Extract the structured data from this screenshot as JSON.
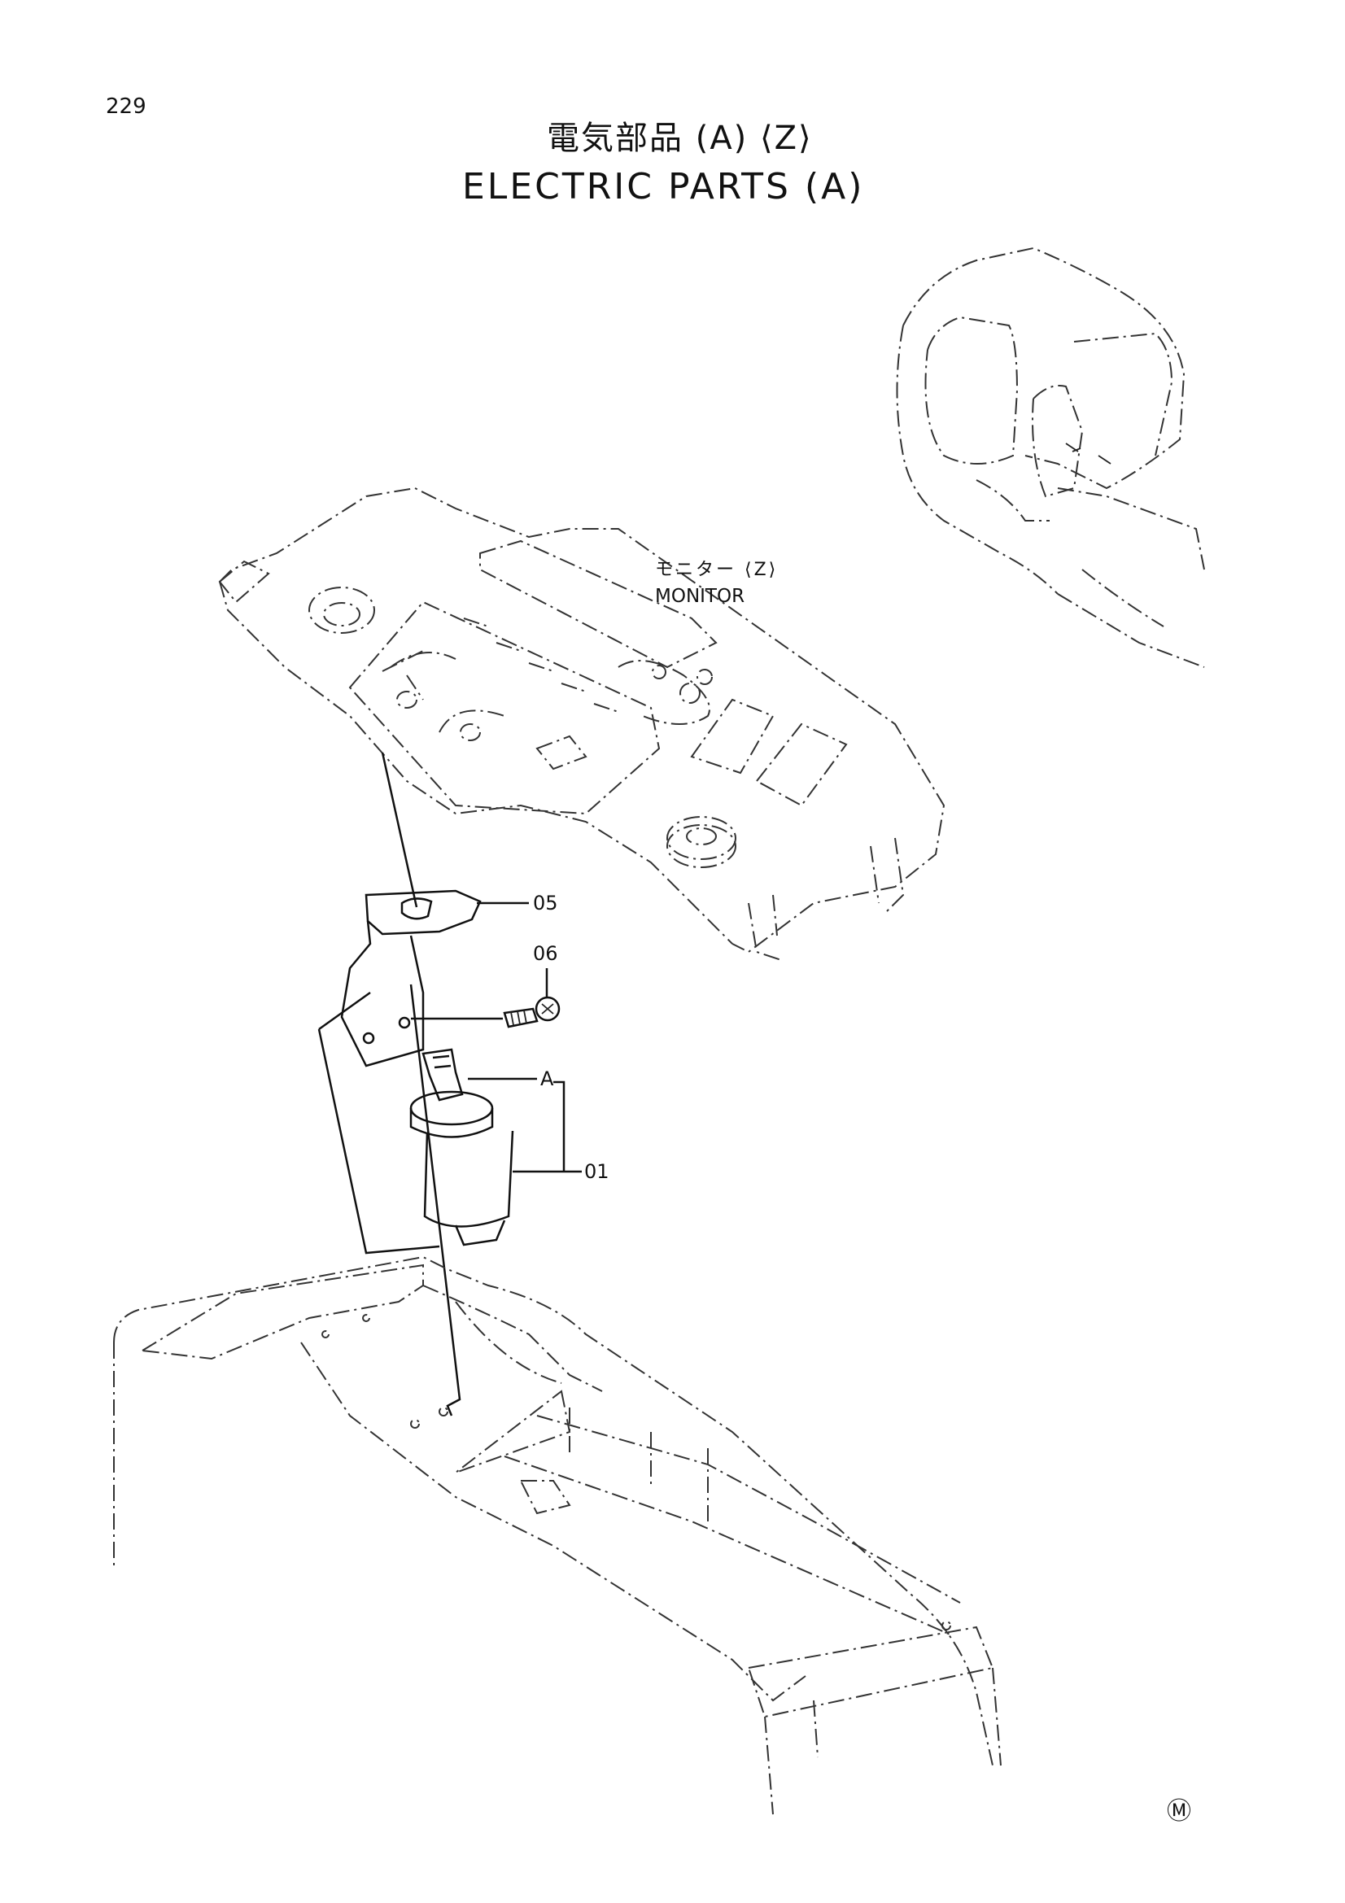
{
  "page_number": "229",
  "title": {
    "jp": "電気部品 (A) ⟨Z⟩",
    "en": "ELECTRIC  PARTS  (A)"
  },
  "labels": {
    "monitor_jp": "モニター ⟨Z⟩",
    "monitor_en": "MONITOR"
  },
  "callouts": {
    "p05": "05",
    "p06": "06",
    "pA": "A",
    "p01": "01"
  },
  "corner_mark": "Ⓜ"
}
